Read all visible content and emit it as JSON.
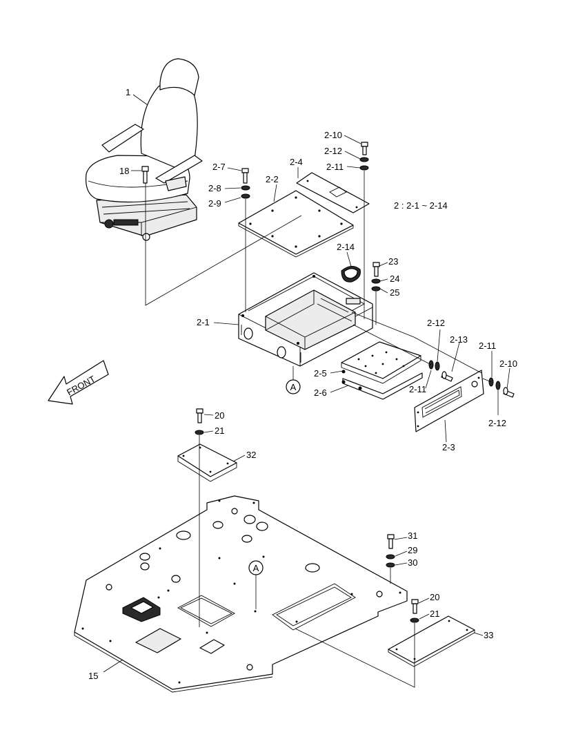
{
  "diagram": {
    "front_label": "FRONT",
    "group_note": "2 : 2-1 ~ 2-14",
    "ref_marker": "A",
    "labels": {
      "p1": "1",
      "p18": "18",
      "p2_7": "2-7",
      "p2_8": "2-8",
      "p2_9": "2-9",
      "p2_2": "2-2",
      "p2_4": "2-4",
      "p2_10": "2-10",
      "p2_12": "2-12",
      "p2_11": "2-11",
      "p2_14": "2-14",
      "p23": "23",
      "p24": "24",
      "p25": "25",
      "p2_1": "2-1",
      "p2_13": "2-13",
      "p2_12b": "2-12",
      "p2_11b": "2-11",
      "p2_10b": "2-10",
      "p2_5": "2-5",
      "p2_6": "2-6",
      "p2_11c": "2-11",
      "p2_12c": "2-12",
      "p2_3": "2-3",
      "p20": "20",
      "p21": "21",
      "p32": "32",
      "p31": "31",
      "p29": "29",
      "p30": "30",
      "p20b": "20",
      "p21b": "21",
      "p33": "33",
      "p15": "15"
    }
  }
}
